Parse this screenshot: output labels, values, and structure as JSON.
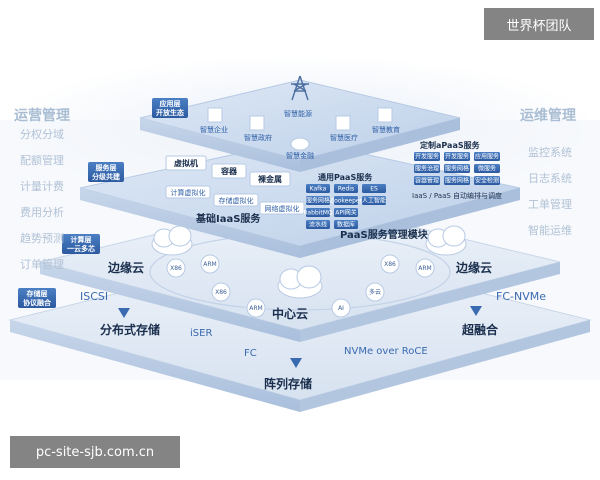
{
  "watermarks": {
    "top_right": "世界杯团队",
    "bottom_left": "pc-site-sjb.com.cn"
  },
  "left_panel": {
    "title": "运营管理",
    "items": [
      "分权分域",
      "配额管理",
      "计量计费",
      "费用分析",
      "趋势预测",
      "订单管理"
    ]
  },
  "right_panel": {
    "title": "运维管理",
    "items": [
      "监控系统",
      "日志系统",
      "工单管理",
      "智能运维"
    ]
  },
  "top_layer": {
    "tag": [
      "应用层",
      "开放生态"
    ],
    "items": [
      "智慧企业",
      "智慧政府",
      "智慧能源",
      "智慧金融",
      "智慧医疗",
      "智慧教育"
    ]
  },
  "platform_layer": {
    "tag": [
      "服务层",
      "分级共建"
    ],
    "iaas_title": "基础IaaS服务",
    "iaas_top": [
      "虚拟机",
      "容器",
      "裸金属"
    ],
    "iaas_bottom": [
      "计算虚拟化",
      "存储虚拟化",
      "网络虚拟化"
    ],
    "paas_general": "通用PaaS服务",
    "paas_general_items": [
      "Kafka",
      "Redis",
      "ES",
      "服务网格",
      "Zookeeper",
      "人工智能",
      "RabbitMQ",
      "API网关",
      "流水线",
      "数据库"
    ],
    "paas_custom": "定制aPaaS服务",
    "paas_custom_items": [
      "开发服务",
      "开发服务",
      "应用服务",
      "服务治理",
      "服务网格",
      "微服务",
      "容器管理",
      "服务网格",
      "安全检测"
    ],
    "paas_module": "PaaS服务管理模块",
    "paas_right": "IaaS / PaaS 自动编排与调度"
  },
  "compute_layer": {
    "tag": [
      "计算层",
      "一云多芯"
    ],
    "edge_left": "边缘云",
    "edge_right": "边缘云",
    "center": "中心云",
    "chips": [
      "X86",
      "ARM",
      "X86",
      "ARM",
      "AI",
      "多云",
      "X86",
      "ARM"
    ]
  },
  "storage_layer": {
    "tag": [
      "存储层",
      "协议融合"
    ],
    "labels": [
      "ISCSI",
      "iSER",
      "FC",
      "NVMe over RoCE",
      "FC-NVMe"
    ],
    "distributed": "分布式存储",
    "hyper": "超融合",
    "array": "阵列存储"
  }
}
